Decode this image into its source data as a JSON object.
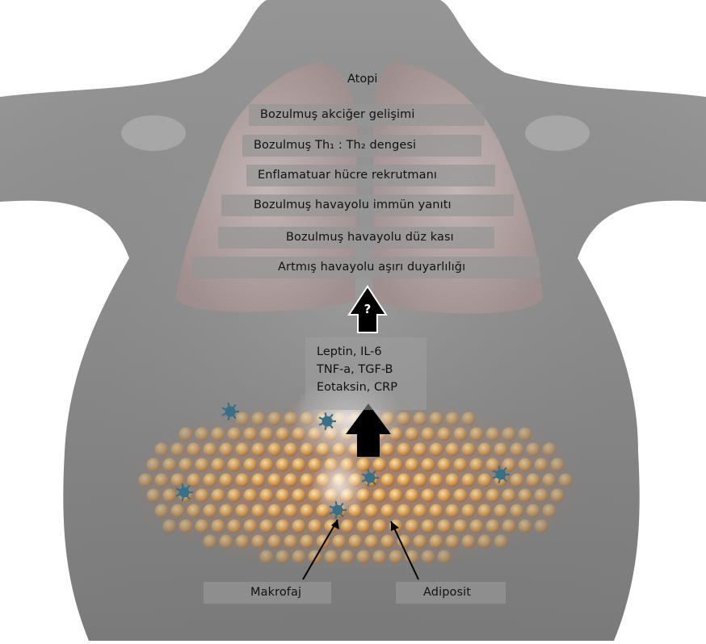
{
  "title": "Atopi",
  "lung_effects": [
    "Bozulmuş akciğer gelişimi",
    "Bozulmuş Th₁ : Th₂ dengesi",
    "Enflamatuar hücre rekrutmanı",
    "Bozulmuş havayolu immün yanıtı",
    "Bozulmuş havayolu düz kası",
    "Artmış havayolu aşırı duyarlılığı"
  ],
  "link_symbol": "?",
  "mediators": [
    "Leptin, IL-6",
    "TNF-a, TGF-B",
    "Eotaksin, CRP"
  ],
  "cell_labels": {
    "macrophage": "Makrofaj",
    "adipocyte": "Adiposit"
  },
  "icons": {
    "arrow_up": "arrow-up-icon",
    "pointer": "pointer-arrow-icon"
  },
  "colors": {
    "body": "#8f8f8f",
    "lung": "#b8a8a8",
    "adipocyte": "#d9a55c",
    "macrophage": "#3a6f86"
  }
}
